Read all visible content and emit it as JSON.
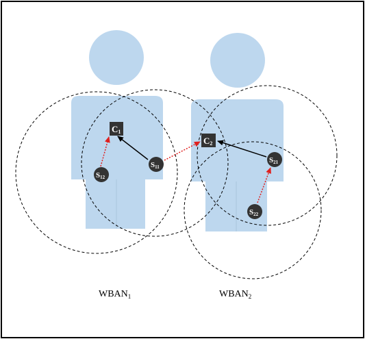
{
  "colors": {
    "body": "#bdd7ee",
    "node": "#333333",
    "red_link": "#e0201f",
    "black_link": "#000000",
    "range_circle": "#000000"
  },
  "nodes": {
    "c1": {
      "base": "C",
      "sub": "1",
      "shape": "square"
    },
    "c2": {
      "base": "C",
      "sub": "2",
      "shape": "square"
    },
    "s11": {
      "base": "S",
      "sub": "11",
      "shape": "circle"
    },
    "s12": {
      "base": "S",
      "sub": "12",
      "shape": "circle"
    },
    "s21": {
      "base": "S",
      "sub": "21",
      "shape": "circle"
    },
    "s22": {
      "base": "S",
      "sub": "22",
      "shape": "circle"
    }
  },
  "links": [
    {
      "from": "S11",
      "to": "C1",
      "style": "solid-black"
    },
    {
      "from": "S12",
      "to": "C1",
      "style": "dotted-red"
    },
    {
      "from": "S11",
      "to": "C2",
      "style": "dotted-red"
    },
    {
      "from": "S21",
      "to": "C2",
      "style": "solid-black"
    },
    {
      "from": "S22",
      "to": "S21",
      "style": "dotted-red"
    }
  ],
  "wbans": {
    "wban1": {
      "base": "WBAN",
      "sub": "1"
    },
    "wban2": {
      "base": "WBAN",
      "sub": "2"
    }
  }
}
